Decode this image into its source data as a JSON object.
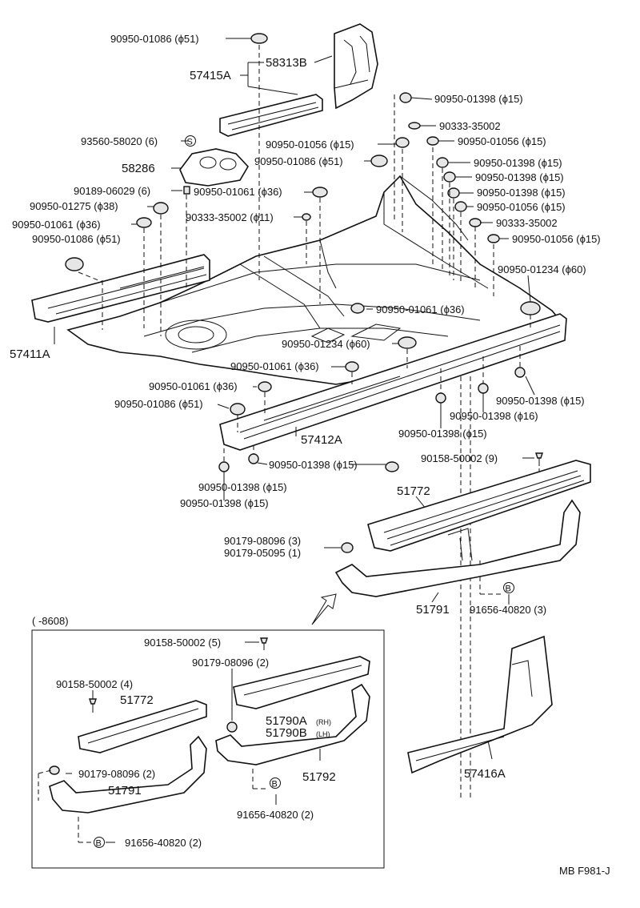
{
  "labels": {
    "l_9095001086_51_top": "90950-01086 (ϕ51)",
    "l_58313B": "58313B",
    "l_57415A": "57415A",
    "l_9095001398_15_a": "90950-01398 (ϕ15)",
    "l_9033335002_a": "90333-35002",
    "l_9356058020": "93560-58020 (6)",
    "l_9095001056_15_a": "90950-01056 (ϕ15)",
    "l_9095001056_15_b": "90950-01056 (ϕ15)",
    "l_9095001086_51_mid": "90950-01086 (ϕ51)",
    "l_58286": "58286",
    "l_9095001398_15_b": "90950-01398 (ϕ15)",
    "l_9095001398_15_c": "90950-01398 (ϕ15)",
    "l_9018906029": "90189-06029 (6)",
    "l_9095001061_36_a": "90950-01061 (ϕ36)",
    "l_9095001398_15_d": "90950-01398 (ϕ15)",
    "l_9095001275_38": "90950-01275 (ϕ38)",
    "l_9095001056_15_c": "90950-01056 (ϕ15)",
    "l_9033335002_11": "90333-35002 (ϕ11)",
    "l_9095001061_36_b": "90950-01061 (ϕ36)",
    "l_9033335002_b": "90333-35002",
    "l_9095001086_51_left": "90950-01086 (ϕ51)",
    "l_9095001056_15_d": "90950-01056 (ϕ15)",
    "l_9095001234_60_a": "90950-01234 (ϕ60)",
    "l_57411A": "57411A",
    "l_9095001061_36_c": "90950-01061 (ϕ36)",
    "l_9095001234_60_b": "90950-01234 (ϕ60)",
    "l_9095001061_36_d": "90950-01061 (ϕ36)",
    "l_9095001061_36_e": "90950-01061 (ϕ36)",
    "l_9095001086_51_low": "90950-01086 (ϕ51)",
    "l_9095001398_15_e": "90950-01398 (ϕ15)",
    "l_9095001398_16": "90950-01398 (ϕ16)",
    "l_57412A": "57412A",
    "l_9095001398_15_f": "90950-01398 (ϕ15)",
    "l_9015850002_9": "90158-50002 (9)",
    "l_9095001398_15_g": "90950-01398 (ϕ15)",
    "l_9095001398_15_h": "90950-01398 (ϕ15)",
    "l_9095001398_15_i": "90950-01398 (ϕ15)",
    "l_51772_top": "51772",
    "l_9017908096_3": "90179-08096 (3)",
    "l_9017905095_1": "90179-05095 (1)",
    "l_9165640820_3": "91656-40820 (3)",
    "l_51791_top": "51791",
    "l_range": "(        -8608)",
    "l_9015850002_5": "90158-50002 (5)",
    "l_9017908096_2_a": "90179-08096 (2)",
    "l_9015850002_4": "90158-50002 (4)",
    "l_51772_box": "51772",
    "l_51790A": "51790A",
    "l_RH": "(RH)",
    "l_51790B": "51790B",
    "l_LH": "(LH)",
    "l_9017908096_2_b": "90179-08096 (2)",
    "l_51791_box": "51791",
    "l_51792": "51792",
    "l_9165640820_2_a": "91656-40820 (2)",
    "l_9165640820_2_b": "91656-40820 (2)",
    "l_57416A": "57416A",
    "l_catalog": "MB F981-J"
  },
  "markers": {
    "s_marker": "S",
    "b_marker_1": "B",
    "b_marker_2": "B",
    "b_marker_3": "B"
  }
}
